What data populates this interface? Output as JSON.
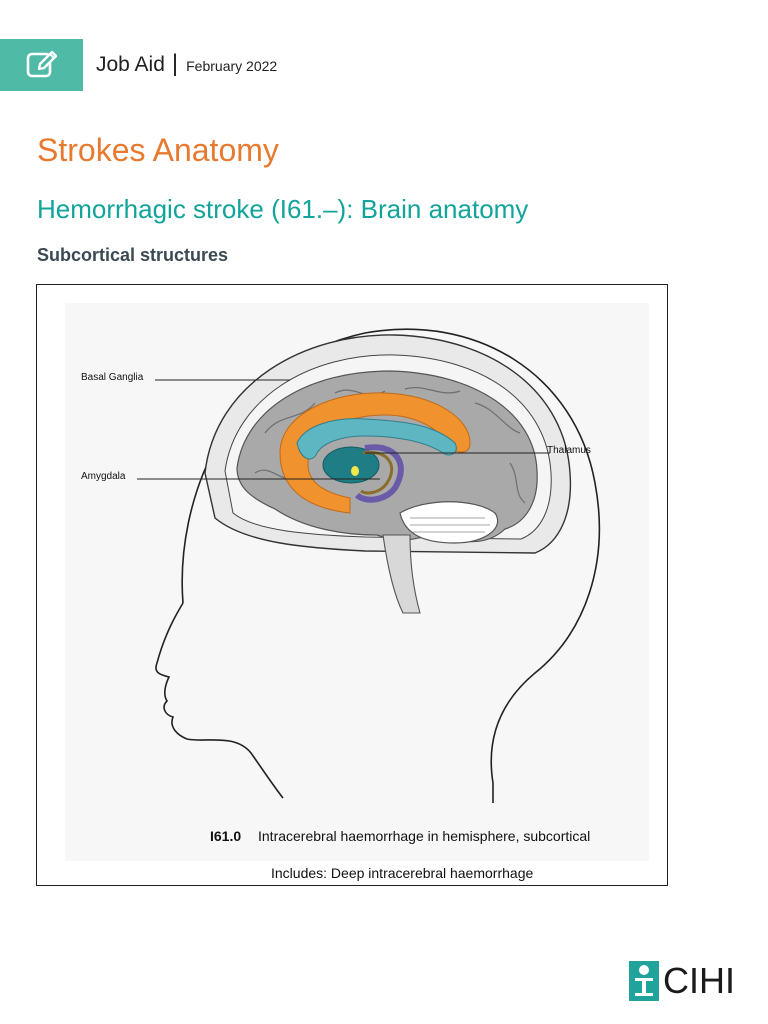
{
  "header": {
    "job_aid": "Job Aid",
    "separator": "|",
    "date": "February 2022",
    "icon": "edit-note-icon"
  },
  "title": "Strokes Anatomy",
  "subtitle": "Hemorrhagic stroke (I61.–): Brain anatomy",
  "section_heading": "Subcortical structures",
  "figure": {
    "labels": {
      "basal_ganglia": "Basal Ganglia",
      "amygdala": "Amygdala",
      "thalamus": "Thalamus"
    },
    "caption_code": "I61.0",
    "caption_text": "Intracerebral haemorrhage in hemisphere, subcortical",
    "includes": "Includes: Deep intracerebral haemorrhage"
  },
  "logo": {
    "text": "CIHI",
    "icon": "cihi-logo-icon"
  },
  "colors": {
    "tab": "#4fbaa5",
    "title": "#e87a2f",
    "subtitle": "#12a49a",
    "basal_ganglia": "#f0922e",
    "ventricle": "#5fb6c3",
    "thalamus": "#1f7d85"
  }
}
